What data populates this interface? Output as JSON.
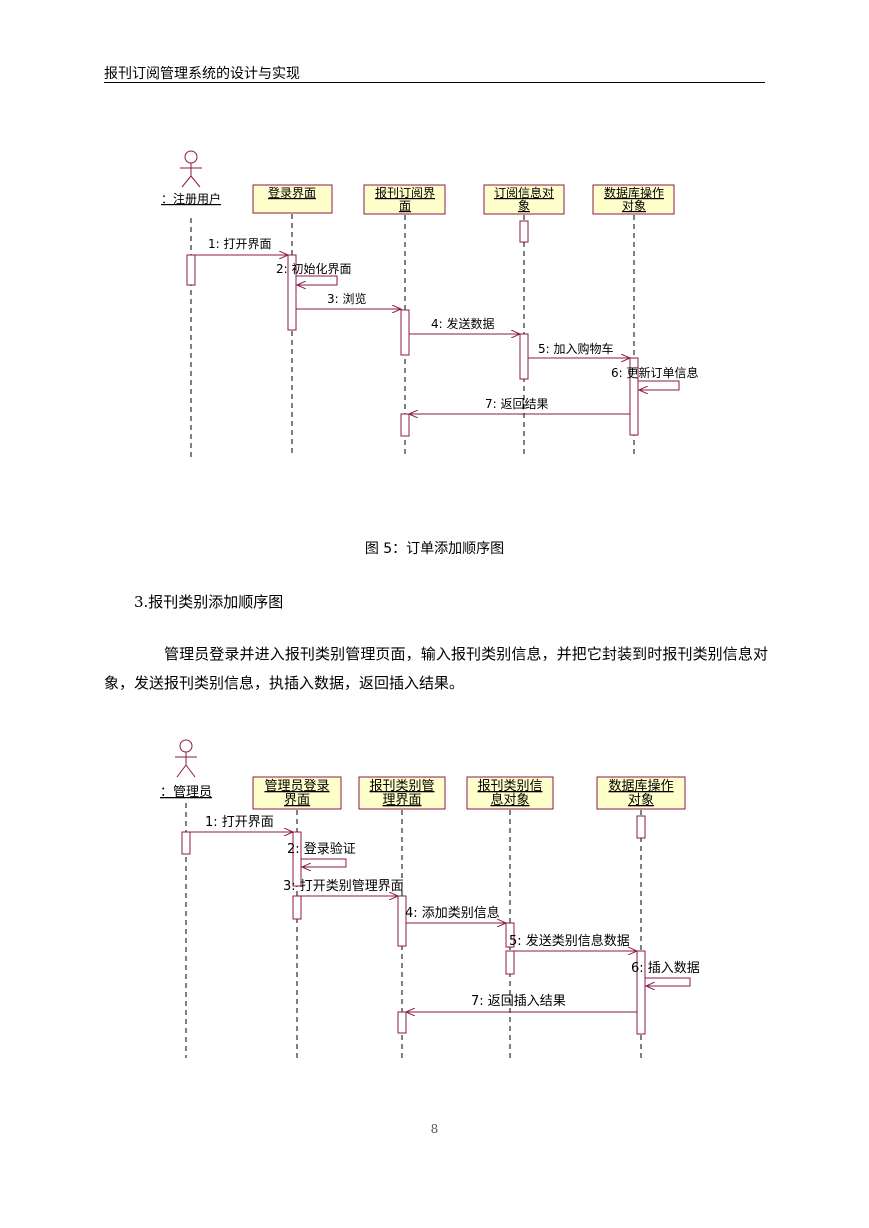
{
  "header": {
    "title": "报刊订阅管理系统的设计与实现"
  },
  "diagram1": {
    "actor": "：注册用户",
    "objects": [
      {
        "lines": [
          "登录界面"
        ]
      },
      {
        "lines": [
          "报刊订阅界",
          "面"
        ]
      },
      {
        "lines": [
          "订阅信息对",
          "象"
        ]
      },
      {
        "lines": [
          "数据库操作",
          "对象"
        ]
      }
    ],
    "messages": [
      "1: 打开界面",
      "2: 初始化界面",
      "3: 浏览",
      "4: 发送数据",
      "5: 加入购物车",
      "6: 更新订单信息",
      "7: 返回结果"
    ]
  },
  "figure_caption": "图 5：订单添加顺序图",
  "section_heading": "3.报刊类别添加顺序图",
  "paragraph": "管理员登录并进入报刊类别管理页面，输入报刊类别信息，并把它封装到时报刊类别信息对象，发送报刊类别信息，执插入数据，返回插入结果。",
  "diagram2": {
    "actor": "：管理员",
    "objects": [
      {
        "lines": [
          "管理员登录",
          "界面"
        ]
      },
      {
        "lines": [
          "报刊类别管",
          "理界面"
        ]
      },
      {
        "lines": [
          "报刊类别信",
          "息对象"
        ]
      },
      {
        "lines": [
          "数据库操作",
          "对象"
        ]
      }
    ],
    "messages": [
      "1: 打开界面",
      "2: 登录验证",
      "3: 打开类别管理界面",
      "4: 添加类别信息",
      "5: 发送类别信息数据",
      "6: 插入数据",
      "7: 返回插入结果"
    ]
  },
  "page_number": "8",
  "colors": {
    "lifeline_accent": "#8b1a4a",
    "object_fill": "#ffffcc"
  }
}
